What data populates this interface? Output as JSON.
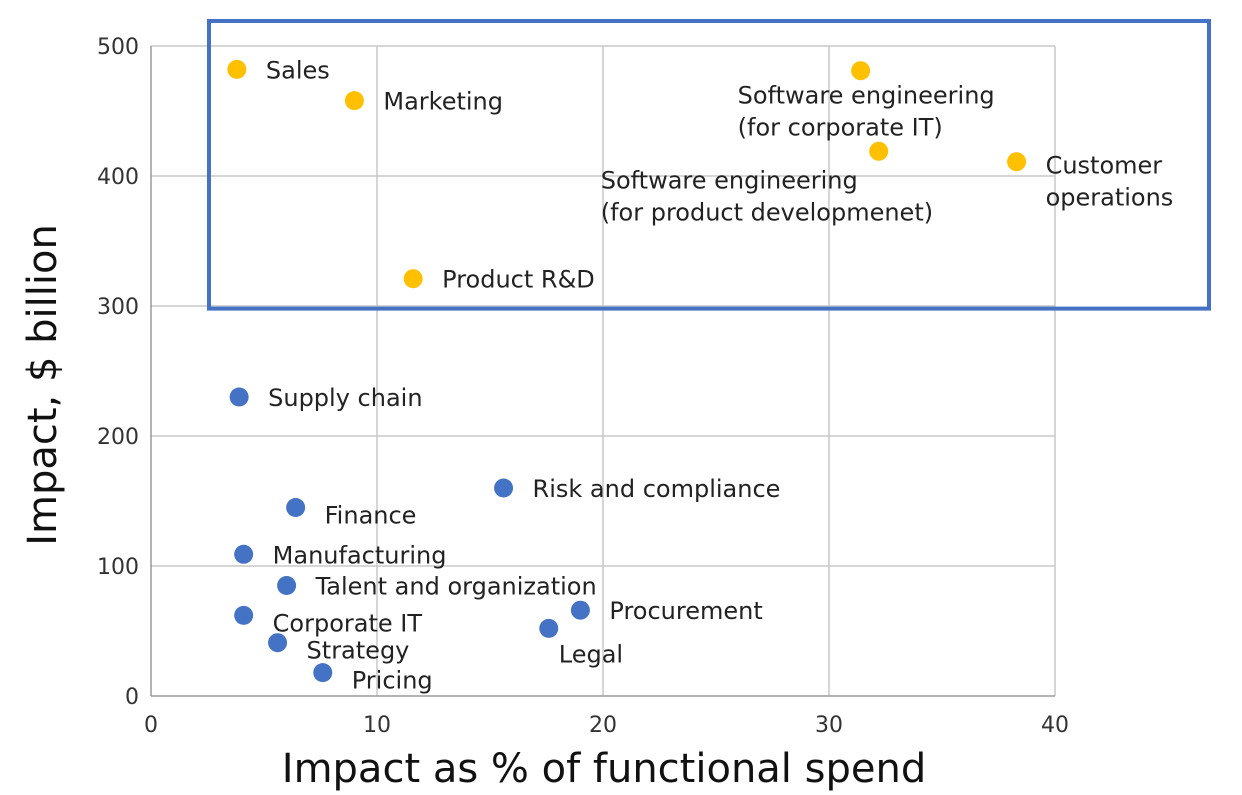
{
  "chart_data": {
    "type": "scatter",
    "title": "",
    "xlabel": "Impact as % of functional spend",
    "ylabel": "Impact, $ billion",
    "xlim": [
      0,
      40
    ],
    "ylim": [
      0,
      500
    ],
    "x_ticks": [
      0,
      10,
      20,
      30,
      40
    ],
    "y_ticks": [
      0,
      100,
      200,
      300,
      400,
      500
    ],
    "grid": true,
    "colors": {
      "highlighted": "#ffc000",
      "other": "#4472c4",
      "highlight_box": "#4472c4"
    },
    "highlight_region": {
      "x": [
        2.5,
        47
      ],
      "y": [
        298,
        500
      ]
    },
    "points": [
      {
        "label": [
          "Sales"
        ],
        "x": 3.8,
        "y": 482,
        "group": "highlighted",
        "label_anchor": "right"
      },
      {
        "label": [
          "Marketing"
        ],
        "x": 9.0,
        "y": 458,
        "group": "highlighted",
        "label_anchor": "right"
      },
      {
        "label": [
          "Software engineering",
          "(for corporate IT)"
        ],
        "x": 31.4,
        "y": 481,
        "group": "highlighted",
        "label_anchor": "below-left"
      },
      {
        "label": [
          "Software engineering",
          "(for product developmenet)"
        ],
        "x": 32.2,
        "y": 419,
        "group": "highlighted",
        "label_anchor": "below-left-far"
      },
      {
        "label": [
          "Customer",
          "operations"
        ],
        "x": 38.3,
        "y": 411,
        "group": "highlighted",
        "label_anchor": "right"
      },
      {
        "label": [
          "Product R&D"
        ],
        "x": 11.6,
        "y": 321,
        "group": "highlighted",
        "label_anchor": "right"
      },
      {
        "label": [
          "Supply chain"
        ],
        "x": 3.9,
        "y": 230,
        "group": "other",
        "label_anchor": "right"
      },
      {
        "label": [
          "Risk and compliance"
        ],
        "x": 15.6,
        "y": 160,
        "group": "other",
        "label_anchor": "right"
      },
      {
        "label": [
          "Finance"
        ],
        "x": 6.4,
        "y": 145,
        "group": "other",
        "label_anchor": "right-low"
      },
      {
        "label": [
          "Manufacturing"
        ],
        "x": 4.1,
        "y": 109,
        "group": "other",
        "label_anchor": "right"
      },
      {
        "label": [
          "Talent and organization"
        ],
        "x": 6.0,
        "y": 85,
        "group": "other",
        "label_anchor": "right"
      },
      {
        "label": [
          "Procurement"
        ],
        "x": 19.0,
        "y": 66,
        "group": "other",
        "label_anchor": "right"
      },
      {
        "label": [
          "Corporate IT"
        ],
        "x": 4.1,
        "y": 62,
        "group": "other",
        "label_anchor": "right-low"
      },
      {
        "label": [
          "Legal"
        ],
        "x": 17.6,
        "y": 52,
        "group": "other",
        "label_anchor": "below"
      },
      {
        "label": [
          "Strategy"
        ],
        "x": 5.6,
        "y": 41,
        "group": "other",
        "label_anchor": "right-low"
      },
      {
        "label": [
          "Pricing"
        ],
        "x": 7.6,
        "y": 18,
        "group": "other",
        "label_anchor": "right-low"
      }
    ]
  }
}
